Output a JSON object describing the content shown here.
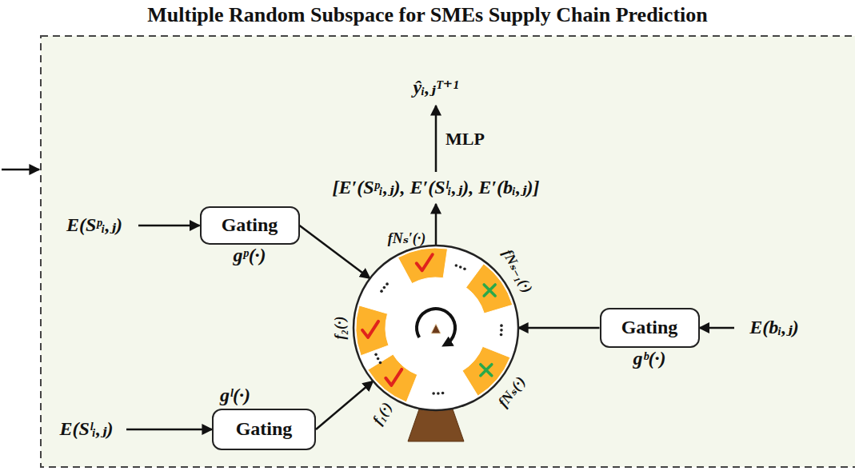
{
  "diagram": {
    "title": "Multiple Random Subspace for SMEs Supply Chain Prediction",
    "nodes": [
      {
        "text": [
          "ŷᵢ,ⱼᵀ⁺¹"
        ]
      },
      {
        "text": [
          "[E′(Sᵖᵢ,ⱼ), E′(Sˡᵢ,ⱼ), E′(bᵢ,ⱼ)]"
        ]
      },
      {
        "text": [
          "E(Sᵖᵢ,ⱼ)"
        ]
      },
      {
        "text": [
          "Gating",
          "gᵖ(·)"
        ]
      },
      {
        "text": [
          "fNₛ′(·)",
          "fNₛ₋₁(·)",
          "f₂(·)",
          "fNₛ(·)",
          "f₁(·)"
        ]
      },
      {
        "text": [
          "Gating",
          "gᵇ(·)"
        ]
      },
      {
        "text": [
          "E(bᵢ,ⱼ)"
        ]
      },
      {
        "text": [
          "Gating",
          "gˡ(·)"
        ]
      },
      {
        "text": [
          "E(Sˡᵢ,ⱼ)"
        ]
      }
    ],
    "edges": [
      {
        "from": 2,
        "to": 3,
        "arrow": "to"
      },
      {
        "from": 3,
        "to": 4,
        "arrow": "to"
      },
      {
        "from": 8,
        "to": 7,
        "arrow": "to"
      },
      {
        "from": 7,
        "to": 4,
        "arrow": "to"
      },
      {
        "from": 6,
        "to": 5,
        "arrow": "to"
      },
      {
        "from": 5,
        "to": 4,
        "arrow": "to"
      },
      {
        "from": 4,
        "to": 1,
        "arrow": "to"
      },
      {
        "from": 1,
        "to": 0,
        "label": "MLP",
        "arrow": "to"
      }
    ]
  }
}
